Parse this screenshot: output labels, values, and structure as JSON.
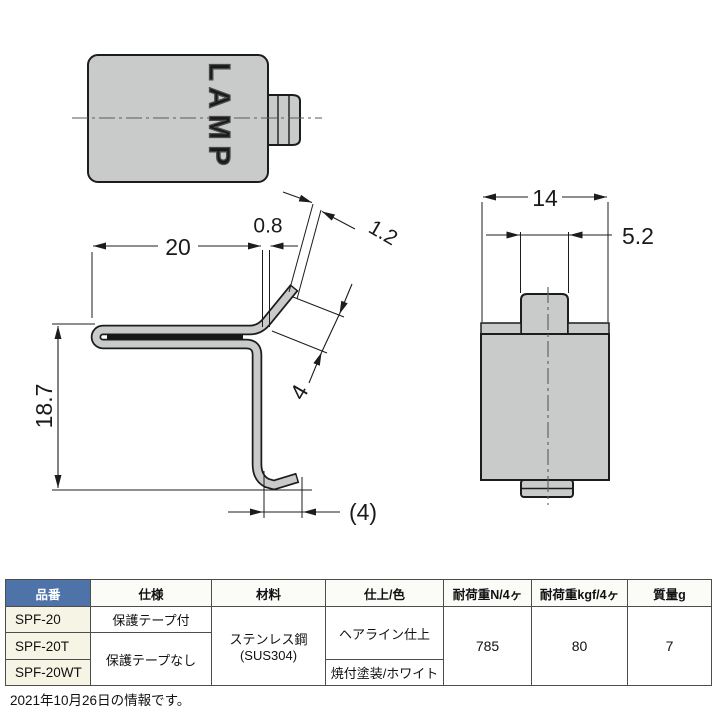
{
  "drawings": {
    "top_view_logo": "LAMP",
    "dimensions": {
      "arm_length": "20",
      "material_thickness": "0.8",
      "flap_thickness": "1.2",
      "flap_length": "4",
      "height": "18.7",
      "hook_depth": "(4)",
      "body_width": "14",
      "tab_width": "5.2"
    },
    "fill_color": "#c8cbc9",
    "line_color": "#1c1c1c"
  },
  "table": {
    "headers": [
      "品番",
      "仕様",
      "材料",
      "仕上/色",
      "耐荷重N/4ヶ",
      "耐荷重kgf/4ヶ",
      "質量g"
    ],
    "header_accent_color": "#4e73a8",
    "part_numbers": [
      "SPF-20",
      "SPF-20T",
      "SPF-20WT"
    ],
    "spec_with_tape": "保護テープ付",
    "spec_without_tape": "保護テープなし",
    "material_line1": "ステンレス鋼",
    "material_line2": "(SUS304)",
    "finish_hairline": "ヘアライン仕上",
    "finish_painted": "焼付塗装/ホワイト",
    "load_n_per_4": "785",
    "load_kgf_per_4": "80",
    "mass_g": "7"
  },
  "note": "2021年10月26日の情報です。"
}
